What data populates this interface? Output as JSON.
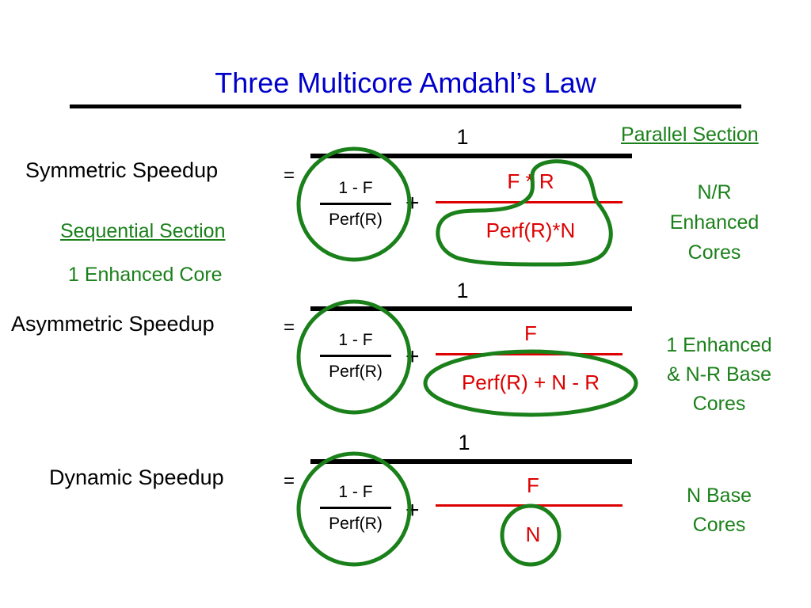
{
  "title": "Three Multicore Amdahl’s Law",
  "annotations": {
    "parallel_section": "Parallel Section",
    "sequential_section": "Sequential Section",
    "one_enhanced_core": "1 Enhanced Core"
  },
  "equations": [
    {
      "name": "Symmetric Speedup",
      "equals": "=",
      "numerator": "1",
      "seq_num": "1 - F",
      "seq_den": "Perf(R)",
      "plus": "+",
      "par_num": "F * R",
      "par_den": "Perf(R)*N",
      "note_lines": [
        "N/R",
        "Enhanced",
        "Cores"
      ]
    },
    {
      "name": "Asymmetric Speedup",
      "equals": "=",
      "numerator": "1",
      "seq_num": "1 - F",
      "seq_den": "Perf(R)",
      "plus": "+",
      "par_num": "F",
      "par_den": "Perf(R) + N - R",
      "note_lines": [
        "1 Enhanced",
        "& N-R Base",
        "Cores"
      ]
    },
    {
      "name": "Dynamic Speedup",
      "equals": "=",
      "numerator": "1",
      "seq_num": "1 - F",
      "seq_den": "Perf(R)",
      "plus": "+",
      "par_num": "F",
      "par_den": "N",
      "note_lines": [
        "N Base",
        "Cores"
      ]
    }
  ],
  "colors": {
    "title": "#0000cc",
    "parallel_text": "#dd0000",
    "annotation": "#1a801a",
    "circle": "#1a801a"
  }
}
